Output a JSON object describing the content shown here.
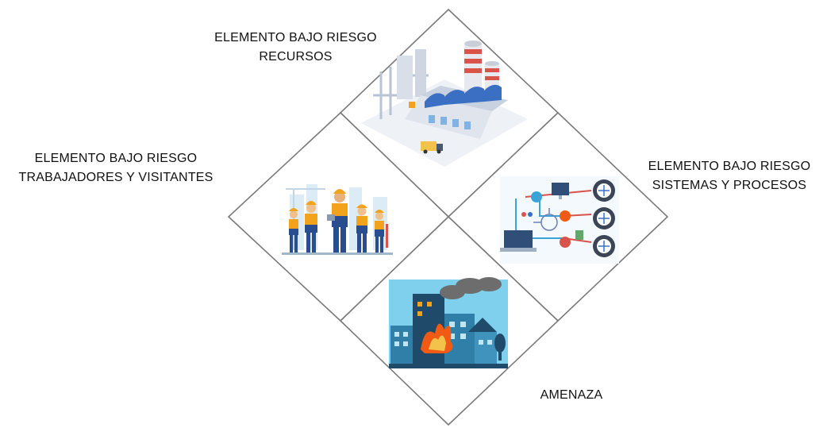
{
  "diagram": {
    "quadrants": {
      "top": {
        "line1": "ELEMENTO BAJO RIESGO",
        "line2": "RECURSOS",
        "illustration": "factory-illustration"
      },
      "left": {
        "line1": "ELEMENTO BAJO RIESGO",
        "line2": "TRABAJADORES Y VISITANTES",
        "illustration": "workers-illustration"
      },
      "right": {
        "line1": "ELEMENTO BAJO RIESGO",
        "line2": "SISTEMAS Y PROCESOS",
        "illustration": "process-systems-illustration"
      },
      "bottom": {
        "line1": "AMENAZA",
        "illustration": "fire-hazard-illustration"
      }
    },
    "colors": {
      "outline": "#7a7a7a",
      "worker_vest": "#f2a21b",
      "worker_suit": "#2a4d8f",
      "fire": "#f05a14",
      "sky_blue": "#7fd0ec",
      "building_blue": "#2f7fa8",
      "factory_roof": "#3a6fc4",
      "chimney_red": "#d8544a"
    }
  }
}
